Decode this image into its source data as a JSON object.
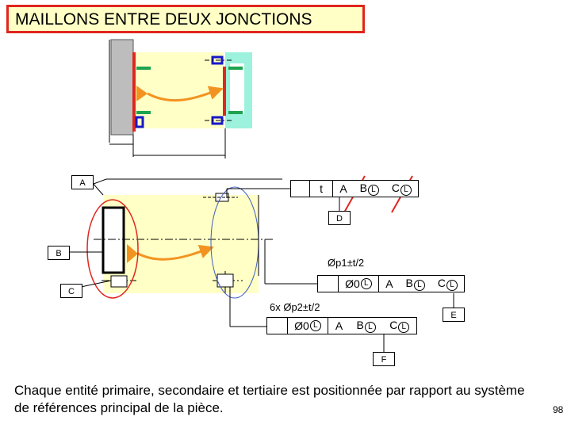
{
  "title": "MAILLONS ENTRE DEUX JONCTIONS",
  "datum_labels": {
    "a": "A",
    "b": "B",
    "c": "C",
    "d": "D",
    "e": "E",
    "f": "F"
  },
  "fcf_top": {
    "tol": "t",
    "datum1": "A",
    "datum2": "B",
    "datum3": "C",
    "modifier": "L"
  },
  "tol_bore": "Øp1±t/2",
  "fcf_mid": {
    "tol": "Ø0",
    "datum1": "A",
    "datum2": "B",
    "datum3": "C",
    "modifier": "L"
  },
  "tol_holes": "6x  Øp2±t/2",
  "fcf_low": {
    "tol": "Ø0",
    "datum1": "A",
    "datum2": "B",
    "datum3": "C",
    "modifier": "L"
  },
  "caption": "Chaque entité primaire, secondaire et tertiaire est positionnée par rapport au système de références principal de la pièce.",
  "page_number": "98",
  "colors": {
    "title_border": "#e0261e",
    "title_bg": "#ffffc6",
    "part_fill": "#ffffc6",
    "cyan_part": "#9cf2dc",
    "gray_part": "#bdbdbd",
    "arrow": "#f29321",
    "red_line": "#e0261e",
    "green_line": "#1ea34f",
    "blue": "#1818c8"
  }
}
